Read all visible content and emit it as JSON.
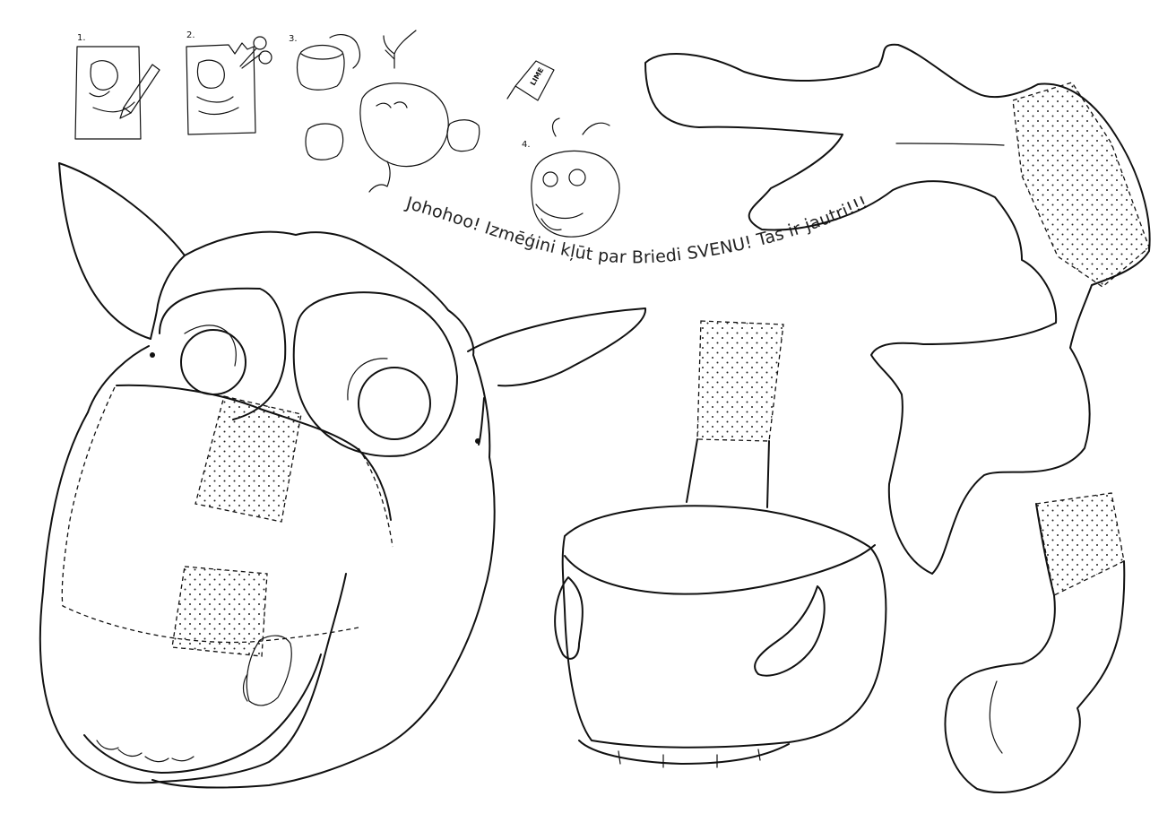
{
  "instructions": {
    "step1_label": "1.",
    "step2_label": "2.",
    "step3_label": "3.",
    "step4_label": "4.",
    "glue_label": "LIME"
  },
  "slogan": "Johohoo! Izmēģini kļūt par Briedi SVENU! Tas ir jautri!!!",
  "icons": [
    "pencil-icon",
    "scissors-icon",
    "glue-bottle-icon"
  ],
  "colors": {
    "ink": "#111111",
    "paper": "#ffffff"
  }
}
